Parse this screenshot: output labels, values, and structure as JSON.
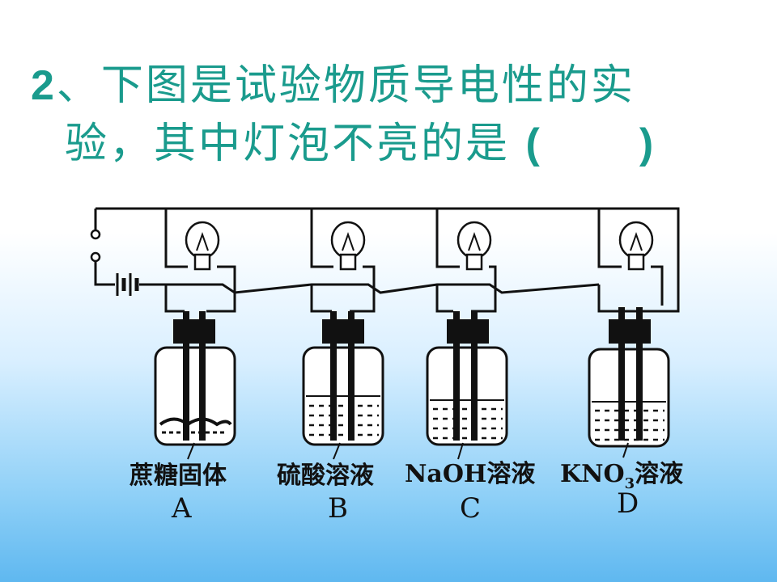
{
  "question": {
    "number": "2",
    "line1": "、下图是试验物质导电性的实",
    "line2": "验，其中灯泡不亮的是",
    "paren_open": "(",
    "paren_close": ")"
  },
  "options": [
    {
      "substance": "蔗糖固体",
      "letter": "A"
    },
    {
      "substance": "硫酸溶液",
      "letter": "B"
    },
    {
      "substance": "NaOH溶液",
      "letter": "C"
    },
    {
      "substance": "KNO",
      "subscript": "3",
      "suffix": "溶液",
      "letter": "D"
    }
  ],
  "colors": {
    "title": "#1a9b8d",
    "ink": "#111111"
  }
}
